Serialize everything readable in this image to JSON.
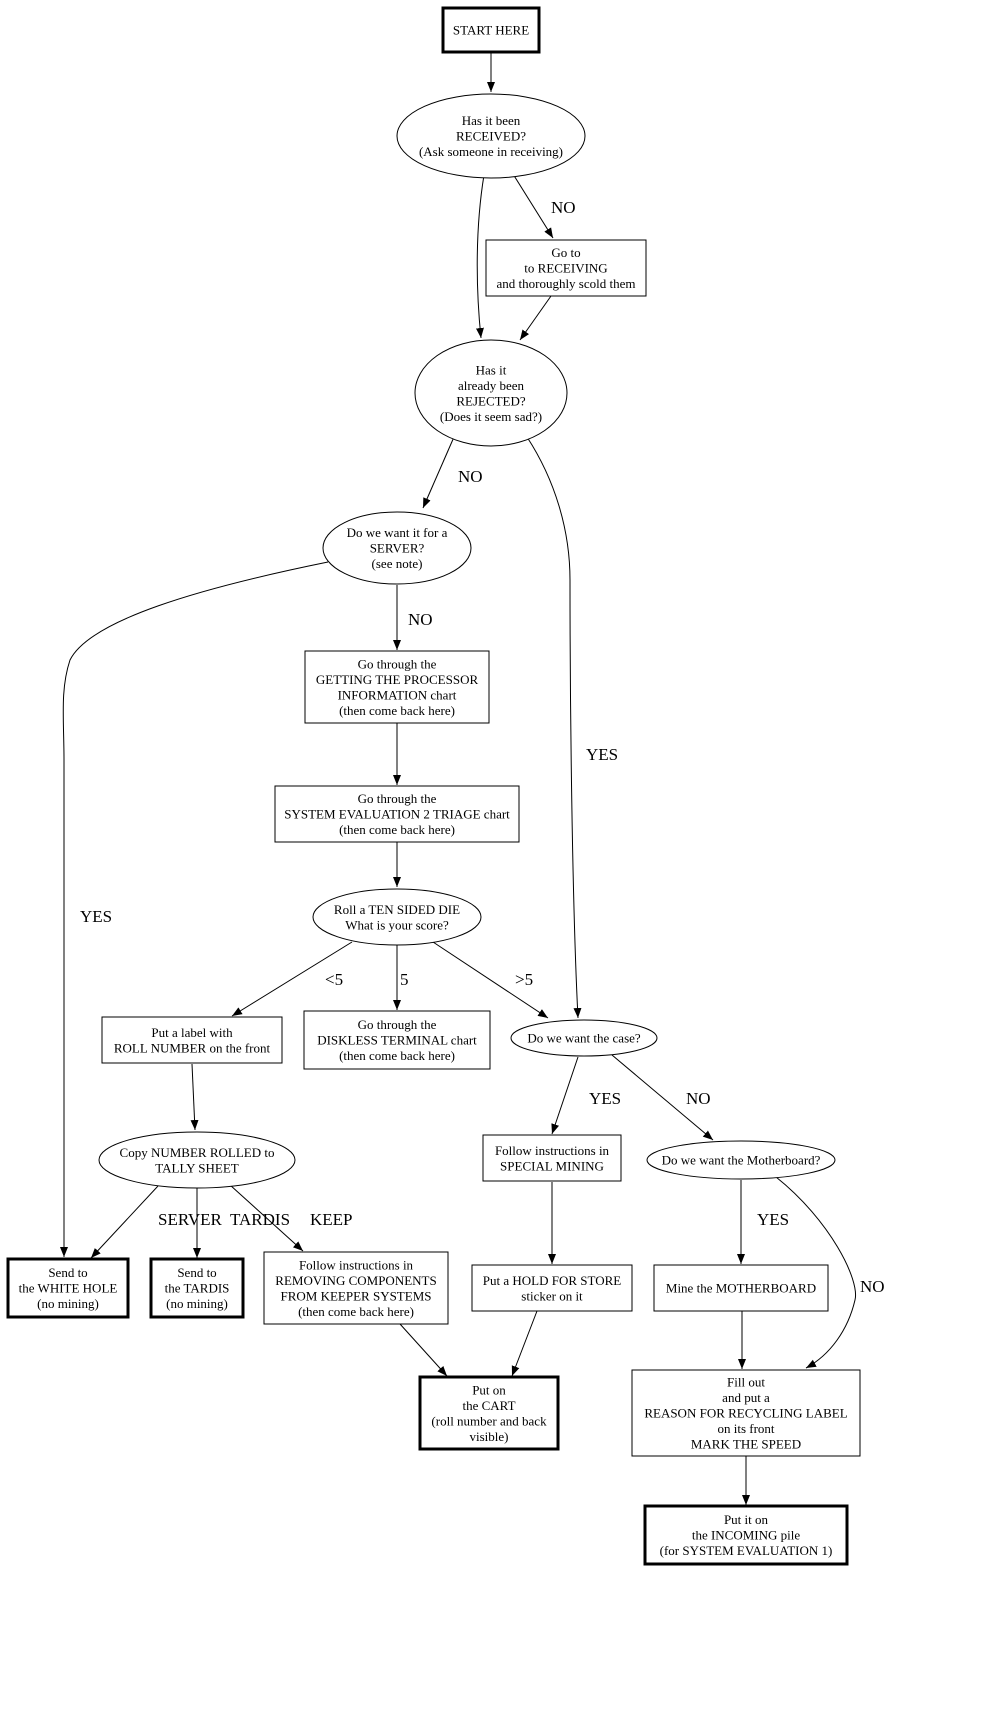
{
  "diagram": {
    "type": "flowchart",
    "nodes": [
      {
        "id": "start",
        "shape": "box-bold",
        "lines": [
          "START HERE"
        ]
      },
      {
        "id": "received",
        "shape": "ellipse",
        "lines": [
          "Has it been",
          "RECEIVED?",
          "(Ask someone in receiving)"
        ]
      },
      {
        "id": "goto_receiving",
        "shape": "box",
        "lines": [
          "Go to",
          "to RECEIVING",
          "and thoroughly scold them"
        ]
      },
      {
        "id": "rejected",
        "shape": "ellipse",
        "lines": [
          "Has it",
          "already been",
          "REJECTED?",
          "(Does it seem sad?)"
        ]
      },
      {
        "id": "server",
        "shape": "ellipse",
        "lines": [
          "Do we want it for a",
          "SERVER?",
          "(see note)"
        ]
      },
      {
        "id": "processor",
        "shape": "box",
        "lines": [
          "Go through the",
          "GETTING THE PROCESSOR",
          "INFORMATION chart",
          "(then come back here)"
        ]
      },
      {
        "id": "triage",
        "shape": "box",
        "lines": [
          "Go through the",
          "SYSTEM EVALUATION 2 TRIAGE chart",
          "(then come back here)"
        ]
      },
      {
        "id": "die",
        "shape": "ellipse",
        "lines": [
          "Roll a TEN SIDED DIE",
          "What is your score?"
        ]
      },
      {
        "id": "label",
        "shape": "box",
        "lines": [
          "Put a label with",
          "ROLL NUMBER on the front"
        ]
      },
      {
        "id": "diskless",
        "shape": "box",
        "lines": [
          "Go through the",
          "DISKLESS TERMINAL chart",
          "(then come back here)"
        ]
      },
      {
        "id": "case",
        "shape": "ellipse",
        "lines": [
          "Do we want the case?"
        ]
      },
      {
        "id": "tally",
        "shape": "ellipse",
        "lines": [
          "Copy NUMBER ROLLED to",
          "TALLY SHEET"
        ]
      },
      {
        "id": "special_mining",
        "shape": "box",
        "lines": [
          "Follow instructions in",
          "SPECIAL MINING"
        ]
      },
      {
        "id": "motherboard_q",
        "shape": "ellipse",
        "lines": [
          "Do we want the Motherboard?"
        ]
      },
      {
        "id": "white_hole",
        "shape": "box-bold",
        "lines": [
          "Send to",
          "the WHITE HOLE",
          "(no mining)"
        ]
      },
      {
        "id": "tardis",
        "shape": "box-bold",
        "lines": [
          "Send to",
          "the TARDIS",
          "(no mining)"
        ]
      },
      {
        "id": "removing",
        "shape": "box",
        "lines": [
          "Follow instructions in",
          "REMOVING COMPONENTS",
          "FROM KEEPER SYSTEMS",
          "(then come back here)"
        ]
      },
      {
        "id": "hold",
        "shape": "box",
        "lines": [
          "Put a HOLD FOR STORE",
          "sticker on it"
        ]
      },
      {
        "id": "mine_mb",
        "shape": "box",
        "lines": [
          "Mine the MOTHERBOARD"
        ]
      },
      {
        "id": "cart",
        "shape": "box-bold",
        "lines": [
          "Put on",
          "the CART",
          "(roll number and back",
          "visible)"
        ]
      },
      {
        "id": "fill_out",
        "shape": "box",
        "lines": [
          "Fill out",
          "and put a",
          "REASON FOR RECYCLING LABEL",
          "on its front",
          "MARK THE SPEED"
        ]
      },
      {
        "id": "incoming",
        "shape": "box-bold",
        "lines": [
          "Put it on",
          "the INCOMING pile",
          "(for SYSTEM EVALUATION 1)"
        ]
      }
    ],
    "edges": [
      {
        "from": "start",
        "to": "received",
        "label": ""
      },
      {
        "from": "received",
        "to": "goto_receiving",
        "label": "NO"
      },
      {
        "from": "received",
        "to": "rejected",
        "label": ""
      },
      {
        "from": "goto_receiving",
        "to": "rejected",
        "label": ""
      },
      {
        "from": "rejected",
        "to": "server",
        "label": "NO"
      },
      {
        "from": "rejected",
        "to": "case",
        "label": "YES"
      },
      {
        "from": "server",
        "to": "processor",
        "label": "NO"
      },
      {
        "from": "server",
        "to": "white_hole",
        "label": "YES"
      },
      {
        "from": "processor",
        "to": "triage",
        "label": ""
      },
      {
        "from": "triage",
        "to": "die",
        "label": ""
      },
      {
        "from": "die",
        "to": "label",
        "label": "<5"
      },
      {
        "from": "die",
        "to": "diskless",
        "label": "5"
      },
      {
        "from": "die",
        "to": "case",
        "label": ">5"
      },
      {
        "from": "label",
        "to": "tally",
        "label": ""
      },
      {
        "from": "case",
        "to": "special_mining",
        "label": "YES"
      },
      {
        "from": "case",
        "to": "motherboard_q",
        "label": "NO"
      },
      {
        "from": "tally",
        "to": "white_hole",
        "label": "SERVER"
      },
      {
        "from": "tally",
        "to": "tardis",
        "label": "TARDIS"
      },
      {
        "from": "tally",
        "to": "removing",
        "label": "KEEP"
      },
      {
        "from": "special_mining",
        "to": "hold",
        "label": ""
      },
      {
        "from": "motherboard_q",
        "to": "mine_mb",
        "label": "YES"
      },
      {
        "from": "motherboard_q",
        "to": "fill_out",
        "label": "NO"
      },
      {
        "from": "removing",
        "to": "cart",
        "label": ""
      },
      {
        "from": "hold",
        "to": "cart",
        "label": ""
      },
      {
        "from": "mine_mb",
        "to": "fill_out",
        "label": ""
      },
      {
        "from": "fill_out",
        "to": "incoming",
        "label": ""
      }
    ]
  }
}
